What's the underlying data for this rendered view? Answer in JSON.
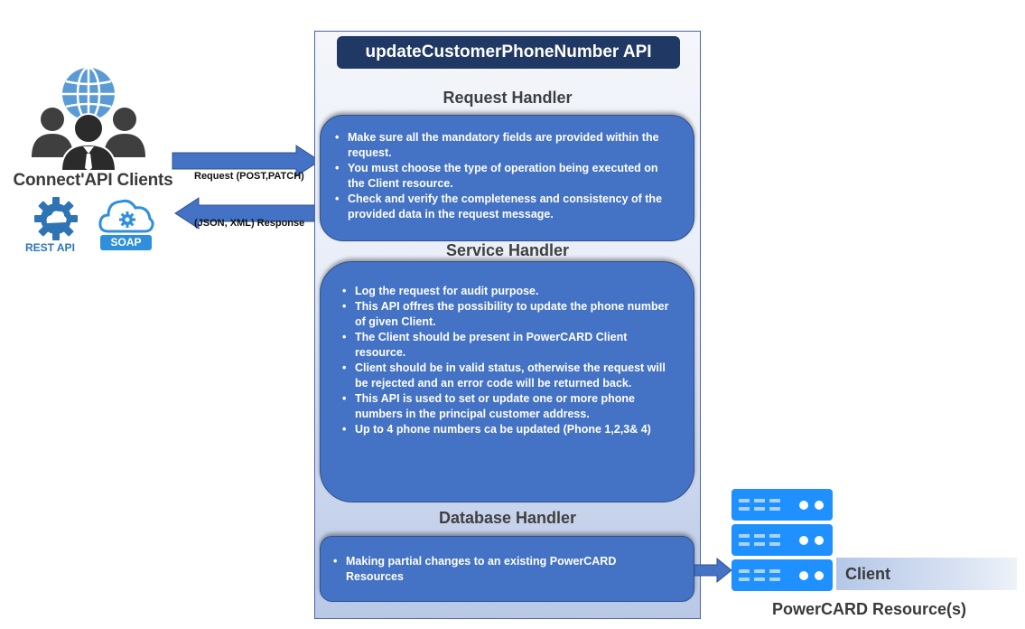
{
  "clients": {
    "title": "Connect'API Clients",
    "rest_label": "REST API",
    "soap_label": "SOAP"
  },
  "arrows": {
    "request_label": "Request (POST,PATCH)",
    "response_label": "(JSON, XML) Response"
  },
  "api": {
    "title": "updateCustomerPhoneNumber  API"
  },
  "request_handler": {
    "title": "Request Handler",
    "items": [
      "Make sure all the mandatory fields are provided within the request.",
      "You must choose the type of operation being executed on the Client resource.",
      "Check and verify the completeness and consistency of the provided data in the request message."
    ]
  },
  "service_handler": {
    "title": "Service Handler",
    "items": [
      "Log the request for audit purpose.",
      "This API offres the possibility to update the phone number of given Client.",
      "The Client should be present in PowerCARD Client resource.",
      "Client should be in valid status, otherwise the request will be rejected and an error code will be returned back.",
      "This API is used to set or update one or more phone numbers in the principal customer address.",
      "Up to 4 phone numbers ca be updated (Phone 1,2,3& 4)"
    ]
  },
  "database_handler": {
    "title": "Database Handler",
    "items": [
      "Making partial changes to an existing PowerCARD Resources"
    ]
  },
  "resources": {
    "client_label": "Client",
    "caption": "PowerCARD Resource(s)"
  },
  "colors": {
    "panel": "#4472c4",
    "title_bar": "#1f3864",
    "arrow": "#4472c4",
    "server": "#1e90ff"
  }
}
